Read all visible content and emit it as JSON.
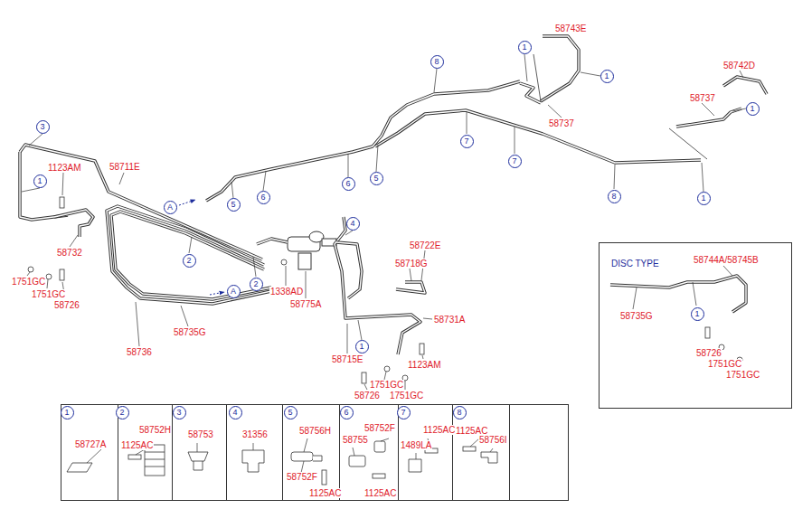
{
  "diagram": {
    "nodes": [
      {
        "text": [
          "3"
        ]
      },
      {
        "text": [
          "1"
        ]
      },
      {
        "text": [
          "8"
        ]
      },
      {
        "text": [
          "1"
        ]
      },
      {
        "text": [
          "1"
        ]
      },
      {
        "text": [
          "1"
        ]
      },
      {
        "text": [
          "7"
        ]
      },
      {
        "text": [
          "7"
        ]
      },
      {
        "text": [
          "5"
        ]
      },
      {
        "text": [
          "6"
        ]
      },
      {
        "text": [
          "A"
        ]
      },
      {
        "text": [
          "6"
        ]
      },
      {
        "text": [
          "5"
        ]
      },
      {
        "text": [
          "8"
        ]
      },
      {
        "text": [
          "1"
        ]
      },
      {
        "text": [
          "4"
        ]
      },
      {
        "text": [
          "2"
        ]
      },
      {
        "text": [
          "A"
        ]
      },
      {
        "text": [
          "2"
        ]
      },
      {
        "text": [
          "1"
        ]
      },
      {
        "text": [
          "DISC TYPE",
          "58744A/58745B",
          "58735G",
          "58726",
          "1751GC",
          "1751GC"
        ]
      },
      {
        "text": [
          "1"
        ],
        "in": 20
      },
      {
        "text": [
          "58727A"
        ]
      },
      {
        "text": [
          "1"
        ],
        "in": 22
      },
      {
        "text": [
          "58752H",
          "1125AC"
        ]
      },
      {
        "text": [
          "2"
        ],
        "in": 24
      },
      {
        "text": [
          "58753"
        ]
      },
      {
        "text": [
          "3"
        ],
        "in": 26
      },
      {
        "text": [
          "31356"
        ]
      },
      {
        "text": [
          "4"
        ],
        "in": 28
      },
      {
        "text": [
          "58756H",
          "58752F",
          "1125AC"
        ]
      },
      {
        "text": [
          "5"
        ],
        "in": 30
      },
      {
        "text": [
          "58755",
          "58752F",
          "1125AC"
        ]
      },
      {
        "text": [
          "6"
        ],
        "in": 32
      },
      {
        "text": [
          "1125AC",
          "1489LA"
        ]
      },
      {
        "text": [
          "7"
        ],
        "in": 34
      },
      {
        "text": [
          "1125AC",
          "58756I"
        ]
      },
      {
        "text": [
          "8"
        ],
        "in": 36
      }
    ],
    "labels": [
      "58743E",
      "58742D",
      "58737",
      "58737",
      "1123AM",
      "58711E",
      "58732",
      "1751GC",
      "1751GC",
      "58726",
      "1338AD",
      "58775A",
      "58722E",
      "58718G",
      "58731A",
      "58735G",
      "58736",
      "58715E",
      "58726",
      "1751GC",
      "1751GC",
      "1123AM"
    ]
  }
}
